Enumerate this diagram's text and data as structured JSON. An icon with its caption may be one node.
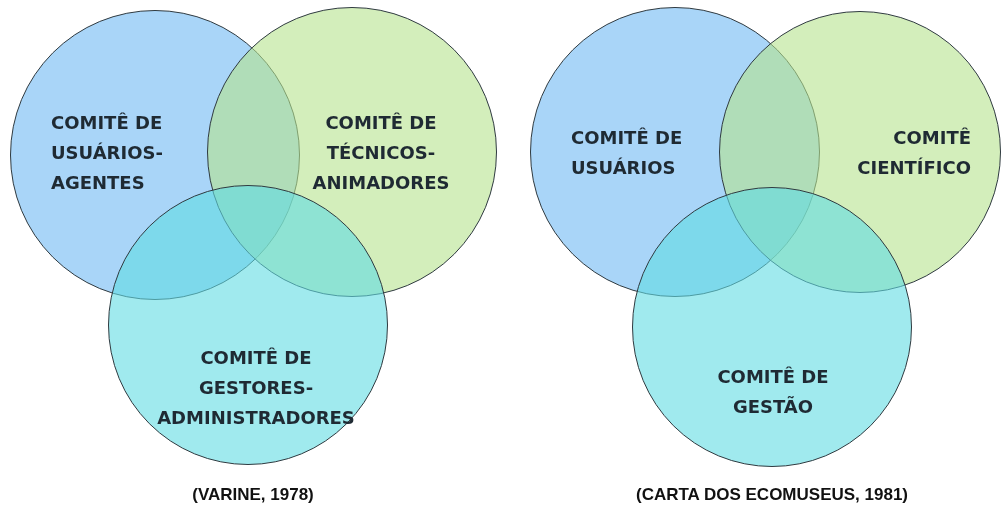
{
  "diagram": {
    "nodes": [
      {
        "text": [
          "COMITÊ DE USUÁRIOS-AGENTES"
        ]
      },
      {
        "text": [
          "COMITÊ DE TÉCNICOS-ANIMADORES"
        ]
      },
      {
        "text": [
          "COMITÊ DE GESTORES-ADMINISTRADORES"
        ]
      },
      {
        "text": [
          "COMITÊ DE USUÁRIOS"
        ]
      },
      {
        "text": [
          "COMITÊ CIENTÍFICO"
        ]
      },
      {
        "text": [
          "COMITÊ DE GESTÃO"
        ]
      }
    ],
    "edges": [],
    "labels": [
      "(VARINE, 1978)",
      "(CARTA DOS ECOMUSEUS, 1981)"
    ]
  }
}
